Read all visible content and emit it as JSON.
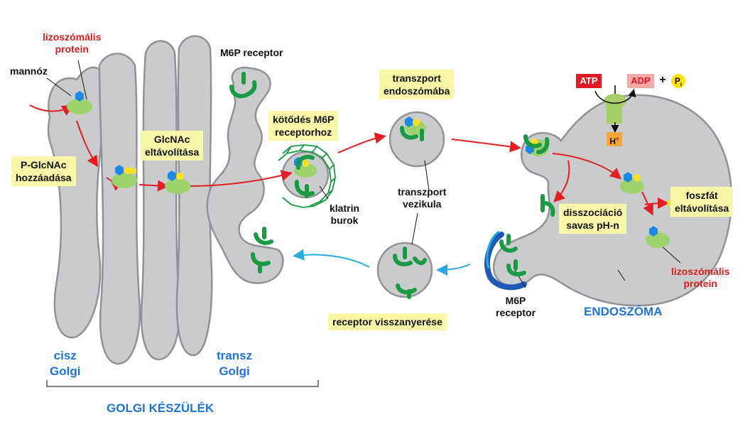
{
  "labels": {
    "lysosomal_protein_top": "lizoszómális\nprotein",
    "mannose": "mannóz",
    "m6p_receptor_top": "M6P receptor",
    "clathrin_coat": "klatrin\nburok",
    "transport_vesicle": "transzport\nvezikula",
    "m6p_receptor_bottom": "M6P\nreceptor",
    "lysosomal_protein_right": "lizoszómális\nprotein",
    "endosome": "ENDOSZÓMA",
    "cis_golgi": "cisz\nGolgi",
    "trans_golgi": "transz\nGolgi",
    "golgi_apparatus": "GOLGI KÉSZÜLÉK"
  },
  "boxes": {
    "add_p_glcnac": "P-GlcNAc\nhozzáadása",
    "remove_glcnac": "GlcNAc\neltávolítása",
    "binding_m6p": "kötődés M6P\nreceptorhoz",
    "transport_endosome": "transzport\nendoszómába",
    "dissociation": "disszociáció\nsavas pH-n",
    "phosphate_removal": "foszfát\neltávolítása",
    "receptor_recovery": "receptor visszanyerése"
  },
  "pump": {
    "atp": "ATP",
    "adp": "ADP",
    "plus": "+",
    "pi": "P",
    "pi_sub": "i",
    "h": "H",
    "h_sup": "+"
  },
  "colors": {
    "membrane_fill": "#c9cbcd",
    "membrane_stroke": "#8f9395",
    "receptor": "#1a9a44",
    "protein": "#9ed36c",
    "mannose": "#1e88e5",
    "phosphate": "#ffe11a",
    "arrow_red": "#e31e24",
    "arrow_blue": "#29abe2",
    "label_box": "#fbf7a8",
    "atp_box": "#e01a22",
    "adp_box": "#f6a9a9",
    "h_box": "#f7a63a",
    "pump": "#a6cf6a"
  }
}
